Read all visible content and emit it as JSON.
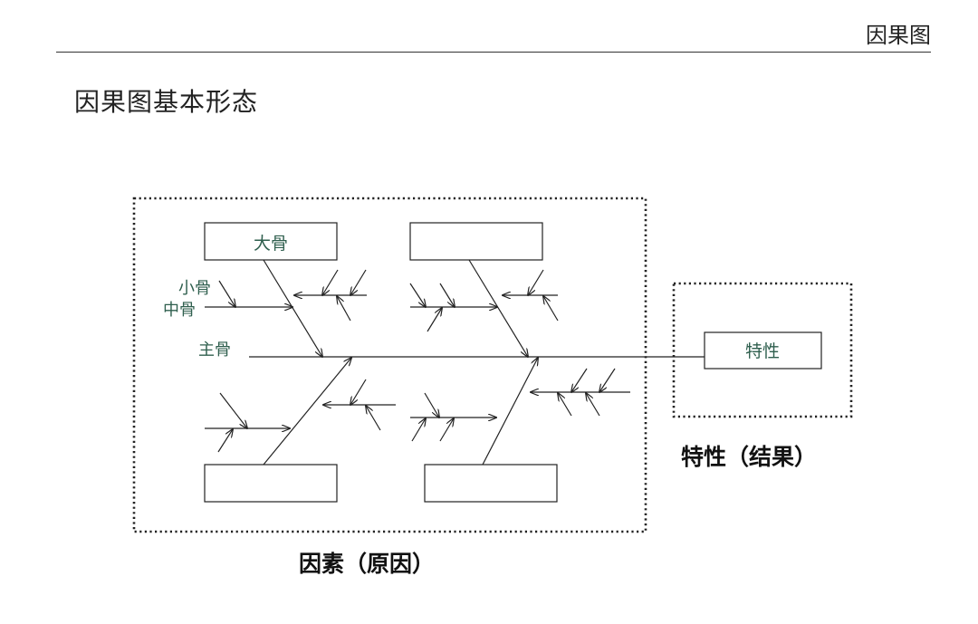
{
  "header": {
    "title": "因果图"
  },
  "heading": "因果图基本形态",
  "diagram": {
    "big_bone_label": "大骨",
    "small_bone_label": "小骨",
    "middle_bone_label": "中骨",
    "main_bone_label": "主骨",
    "effect_box_label": "特性",
    "cause_caption": "因素（原因）",
    "effect_caption": "特性（结果）"
  },
  "colors": {
    "label_green": "#2f5f4e",
    "line": "#222222"
  }
}
